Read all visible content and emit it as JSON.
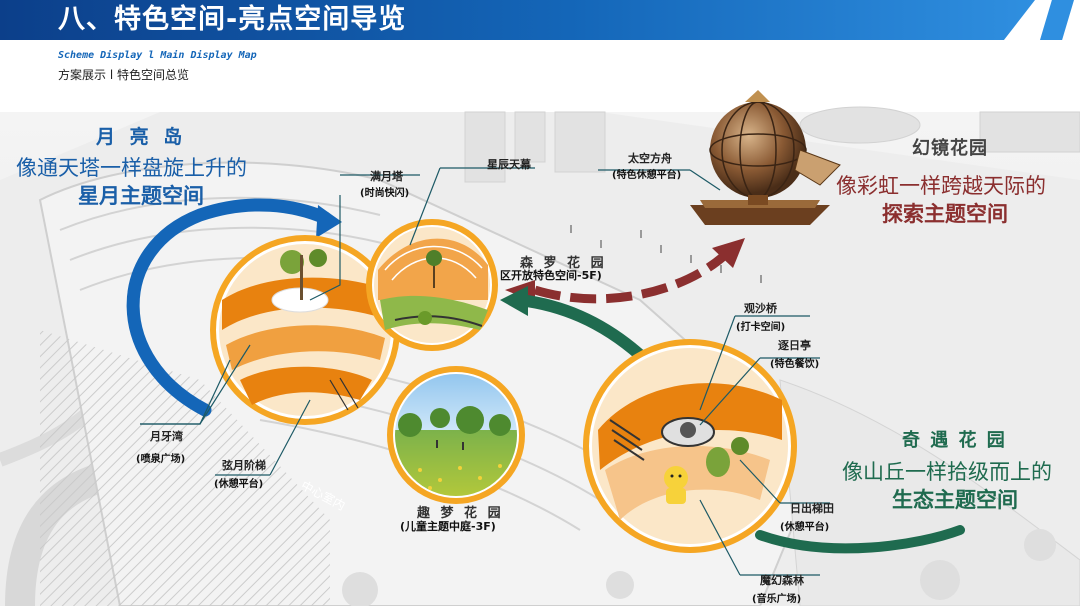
{
  "header": {
    "title": "八、特色空间-亮点空间导览",
    "subtitle_en": "Scheme Display l Main Display Map",
    "subtitle_cn": "方案展示 l 特色空间总览"
  },
  "colors": {
    "header_blue": "#1466b8",
    "moon_blue": "#1a5fa8",
    "mirror_red": "#8b2f2f",
    "wonder_green": "#1f6b4f",
    "orange": "#e8820f"
  },
  "zones": {
    "moon_island": {
      "title": "月 亮 岛",
      "desc": "像通天塔一样盘旋上升的",
      "theme": "星月主题空间"
    },
    "mirror_garden": {
      "title": "幻镜花园",
      "desc": "像彩虹一样跨越天际的",
      "theme": "探索主题空间"
    },
    "wonder_garden": {
      "title": "奇 遇 花 园",
      "desc": "像山丘一样拾级而上的",
      "theme": "生态主题空间"
    },
    "forest_garden": {
      "title": "森 罗 花 园",
      "sub": "区开放特色空间-5F)"
    },
    "dream_garden": {
      "title": "趣 梦 花 园",
      "sub": "(儿童主题中庭-3F)"
    }
  },
  "callouts": {
    "full_moon_tower": {
      "name": "满月塔",
      "sub": "(时尚快闪)"
    },
    "star_curtain": {
      "name": "星辰天幕"
    },
    "space_ark": {
      "name": "太空方舟",
      "sub": "(特色休憩平台)"
    },
    "sand_bridge": {
      "name": "观沙桥",
      "sub": "(打卡空间)"
    },
    "sun_pavilion": {
      "name": "逐日亭",
      "sub": "(特色餐饮)"
    },
    "crescent_bay": {
      "name": "月牙湾",
      "sub": "(喷泉广场)"
    },
    "crescent_steps": {
      "name": "弦月阶梯",
      "sub": "(休憩平台)"
    },
    "sunrise_terrace": {
      "name": "日出梯田",
      "sub": "(休憩平台)"
    },
    "magic_forest": {
      "name": "魔幻森林",
      "sub": "(音乐广场)"
    }
  },
  "street_label": "中心室内"
}
